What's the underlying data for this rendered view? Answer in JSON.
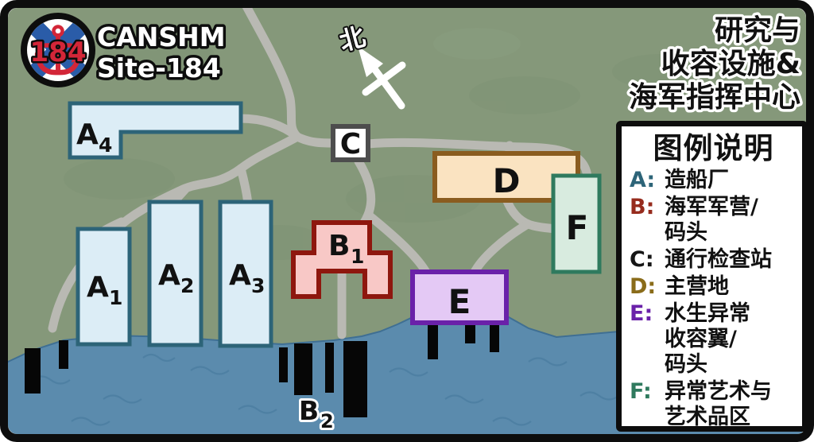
{
  "header": {
    "org": "CANSHM",
    "site": "Site-184",
    "logo_number": "184",
    "facility_title_line1": "研究与",
    "facility_title_line2": "收容设施&",
    "facility_title_line3": "海军指挥中心"
  },
  "compass": {
    "label": "北"
  },
  "map": {
    "buildings": [
      {
        "id": "A4",
        "letter": "A",
        "sub": "4"
      },
      {
        "id": "A1",
        "letter": "A",
        "sub": "1"
      },
      {
        "id": "A2",
        "letter": "A",
        "sub": "2"
      },
      {
        "id": "A3",
        "letter": "A",
        "sub": "3"
      },
      {
        "id": "B1",
        "letter": "B",
        "sub": "1"
      },
      {
        "id": "C",
        "letter": "C",
        "sub": ""
      },
      {
        "id": "D",
        "letter": "D",
        "sub": ""
      },
      {
        "id": "E",
        "letter": "E",
        "sub": ""
      },
      {
        "id": "F",
        "letter": "F",
        "sub": ""
      }
    ],
    "pier_label": {
      "letter": "B",
      "sub": "2"
    }
  },
  "legend": {
    "title": "图例说明",
    "lines": [
      {
        "key": "A:",
        "text": "造船厂"
      },
      {
        "key": "B:",
        "text": "海军军营/"
      },
      {
        "key": "",
        "text": "码头"
      },
      {
        "key": "C:",
        "text": "通行检查站"
      },
      {
        "key": "D:",
        "text": "主营地"
      },
      {
        "key": "E:",
        "text": "水生异常"
      },
      {
        "key": "",
        "text": "收容翼/"
      },
      {
        "key": "",
        "text": "码头"
      },
      {
        "key": "F:",
        "text": "异常艺术与"
      },
      {
        "key": "",
        "text": "艺术品区"
      }
    ]
  },
  "colors": {
    "land": "#85987a",
    "water": "#5b8bad",
    "road": "#b9b9b3",
    "frame": "#0d0d0d",
    "shipyard_fill": "#dcedf6",
    "shipyard_stroke": "#2d6478",
    "barracks_fill": "#f8c8c6",
    "barracks_stroke": "#8e170e",
    "checkpoint_fill": "#ffffff",
    "checkpoint_stroke": "#4d4d4d",
    "camp_fill": "#fae3c1",
    "camp_stroke": "#8a5c1f",
    "aquatic_fill": "#e4c9f5",
    "aquatic_stroke": "#6a21a9",
    "art_fill": "#d8ebdf",
    "art_stroke": "#2f7a5e",
    "legend_key_a": "#2d6478",
    "legend_key_b": "#962b1d",
    "legend_key_c": "#161616",
    "legend_key_d": "#8a6c1a",
    "legend_key_e": "#6a21a9",
    "legend_key_f": "#2f7a5e",
    "logo_anchor": "#d32638",
    "logo_saltire": "#2a5ca8"
  }
}
